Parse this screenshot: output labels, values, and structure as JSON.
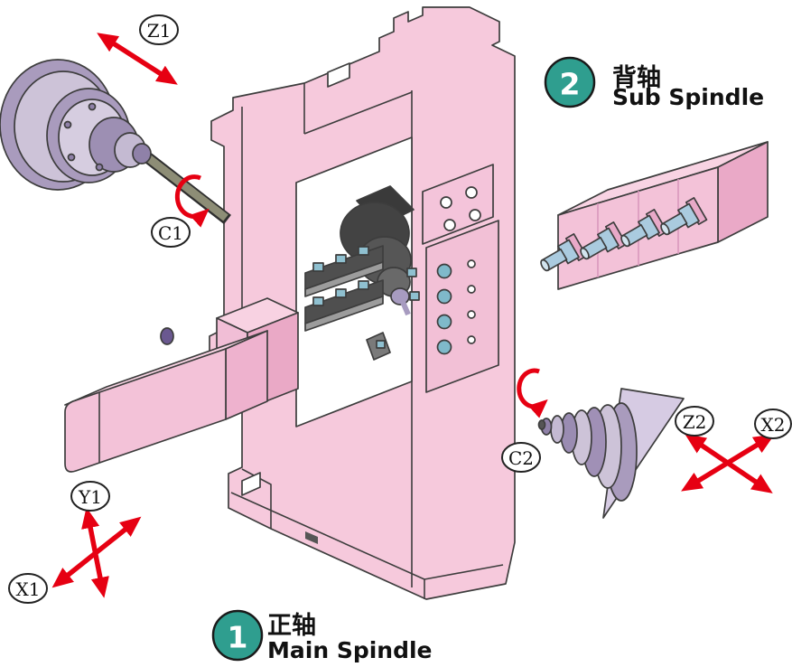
{
  "diagram": {
    "spindle_1": {
      "badge": "1",
      "name_zh": "正轴",
      "name_en": "Main Spindle"
    },
    "spindle_2": {
      "badge": "2",
      "name_zh": "背轴",
      "name_en": "Sub Spindle"
    },
    "axes": {
      "z1": "Z1",
      "c1": "C1",
      "y1": "Y1",
      "x1": "X1",
      "c2": "C2",
      "z2": "Z2",
      "x2": "X2"
    },
    "icons": {
      "linear_axis": "double-headed-red-arrow",
      "rotary_axis": "red-rotation-arc-arrow"
    },
    "colors": {
      "machine_pink": "#f6c9dc",
      "machine_pink_dark": "#eeb2ce",
      "machine_pink_light": "#f8d3e3",
      "spindle_lavender": "#a99bbd",
      "spindle_lavender_light": "#cdc3d8",
      "arrow_red": "#e60012",
      "badge_teal": "#2f9e8f",
      "insert_teal": "#8fc0d0",
      "shaft_olive": "#8d8d76"
    }
  }
}
